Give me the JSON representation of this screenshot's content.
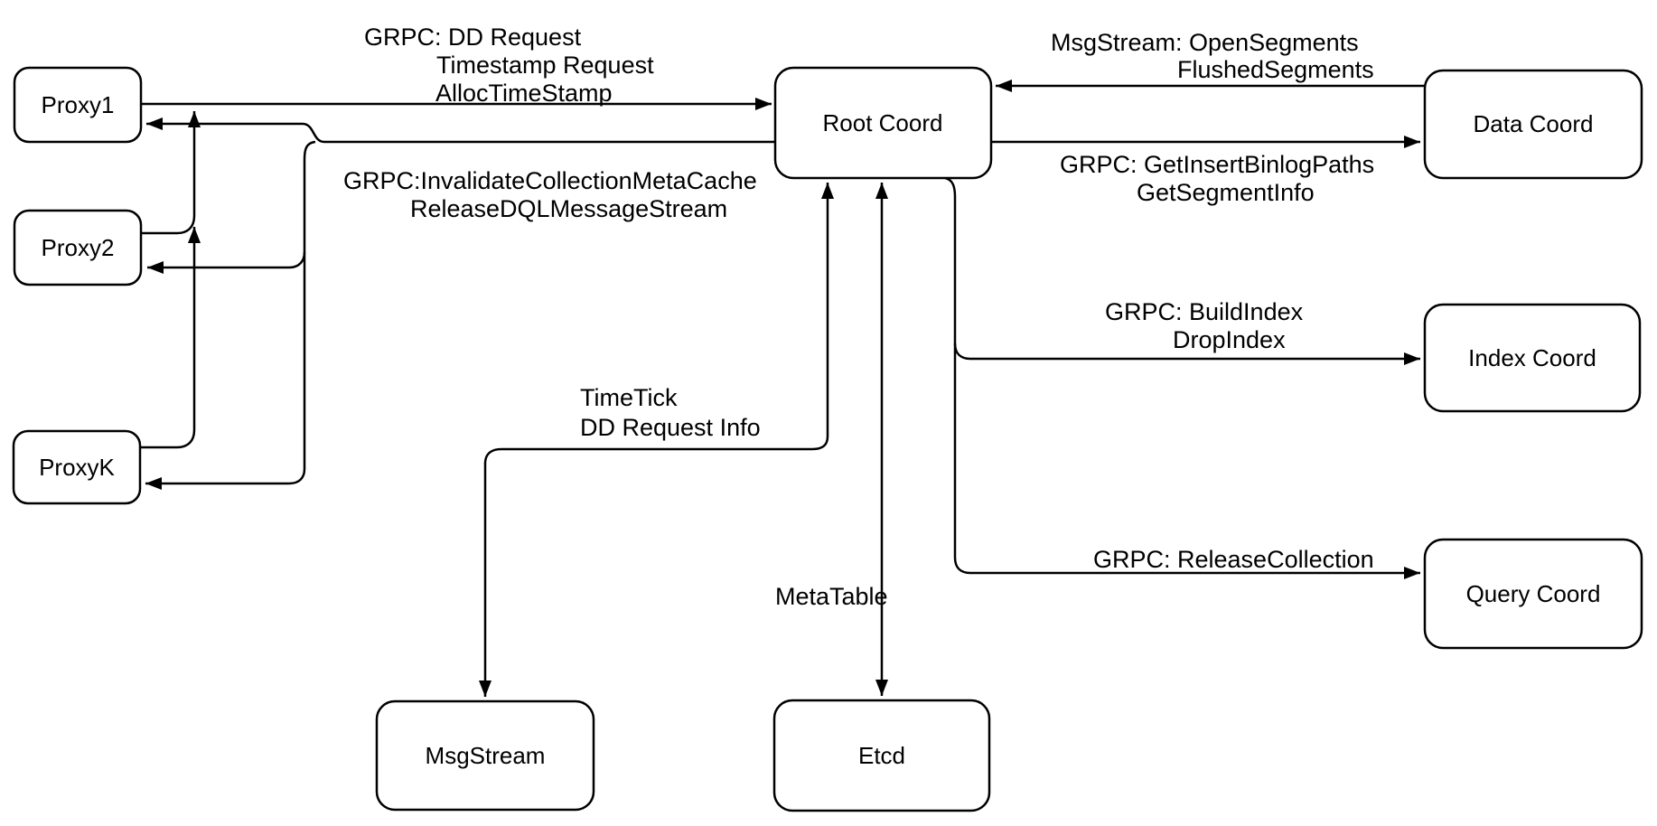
{
  "diagram_title": "Root Coord architecture diagram",
  "colors": {
    "stroke": "#000000",
    "node_fill": "#ffffff",
    "background": "#ffffff",
    "text": "#000000"
  },
  "nodes": {
    "proxy1": "Proxy1",
    "proxy2": "Proxy2",
    "proxyk": "ProxyK",
    "root": "Root Coord",
    "data": "Data Coord",
    "index": "Index Coord",
    "query": "Query Coord",
    "msgstream": "MsgStream",
    "etcd": "Etcd"
  },
  "edge_labels": {
    "proxy_to_root": {
      "line1": "GRPC: DD Request",
      "line2": "Timestamp Request",
      "line3": "AllocTimeStamp"
    },
    "root_to_proxy": {
      "line1": "GRPC:InvalidateCollectionMetaCache",
      "line2": "ReleaseDQLMessageStream"
    },
    "data_to_root": {
      "line1": "MsgStream: OpenSegments",
      "line2": "FlushedSegments"
    },
    "root_to_data": {
      "line1": "GRPC: GetInsertBinlogPaths",
      "line2": "GetSegmentInfo"
    },
    "root_to_index": {
      "line1": "GRPC: BuildIndex",
      "line2": "DropIndex"
    },
    "root_to_query": {
      "line1": "GRPC: ReleaseCollection"
    },
    "root_to_msgstream": {
      "line1": "TimeTick",
      "line2": "DD Request Info"
    },
    "root_to_etcd": {
      "line1": "MetaTable"
    }
  }
}
